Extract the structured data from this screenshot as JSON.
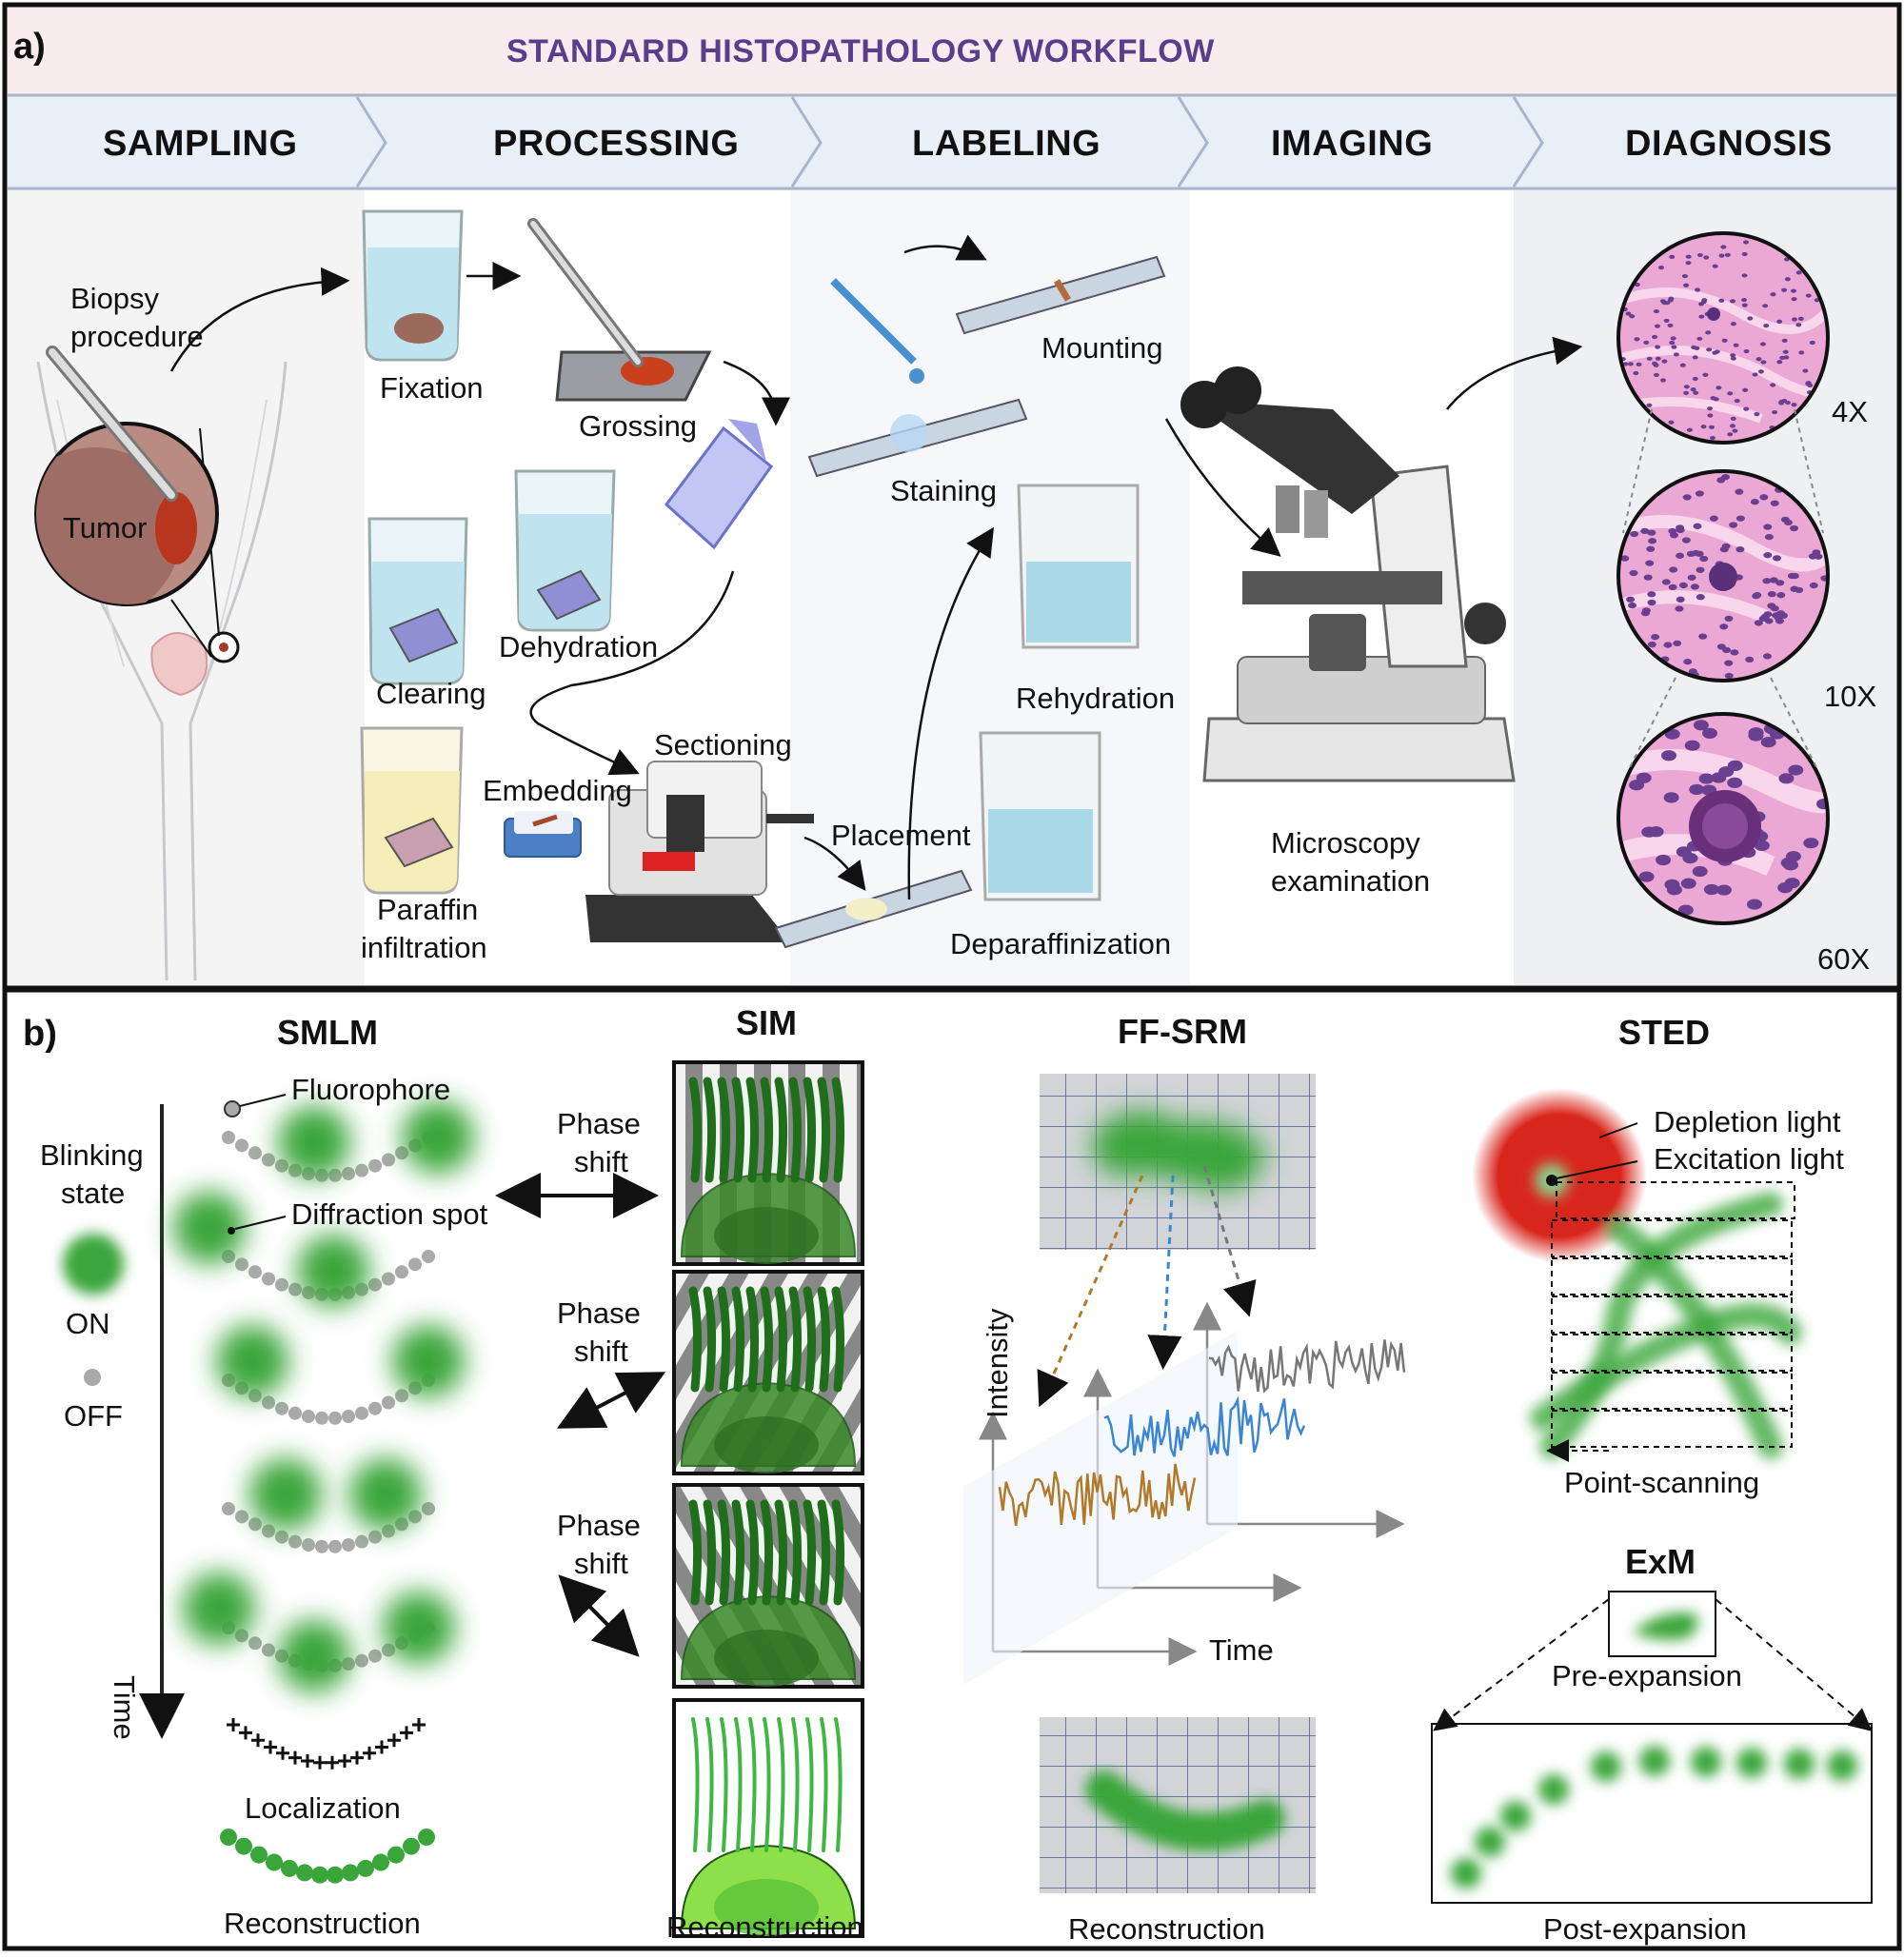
{
  "panel_a": {
    "tag": "a)",
    "title": "STANDARD HISTOPATHOLOGY WORKFLOW",
    "stages": [
      "SAMPLING",
      "PROCESSING",
      "LABELING",
      "IMAGING",
      "DIAGNOSIS"
    ],
    "labels": {
      "biopsy_line1": "Biopsy",
      "biopsy_line2": "procedure",
      "tumor": "Tumor",
      "fixation": "Fixation",
      "grossing": "Grossing",
      "clearing": "Clearing",
      "dehydration": "Dehydration",
      "paraffin_line1": "Paraffin",
      "paraffin_line2": "infiltration",
      "embedding": "Embedding",
      "sectioning": "Sectioning",
      "placement": "Placement",
      "staining": "Staining",
      "mounting": "Mounting",
      "rehydration": "Rehydration",
      "deparaffinization": "Deparaffinization",
      "microscopy_line1": "Microscopy",
      "microscopy_line2": "examination",
      "mag_4x": "4X",
      "mag_10x": "10X",
      "mag_60x": "60X"
    }
  },
  "panel_b": {
    "tag": "b)",
    "smlm": {
      "title": "SMLM",
      "fluorophore": "Fluorophore",
      "blinking_line1": "Blinking",
      "blinking_line2": "state",
      "diffraction_spot": "Diffraction spot",
      "on": "ON",
      "off": "OFF",
      "time": "Time",
      "localization": "Localization",
      "reconstruction": "Reconstruction"
    },
    "sim": {
      "title": "SIM",
      "phase_line1": "Phase",
      "phase_line2": "shift",
      "reconstruction": "Reconstruction"
    },
    "ffsrm": {
      "title": "FF-SRM",
      "intensity": "Intensity",
      "time": "Time",
      "reconstruction": "Reconstruction"
    },
    "sted": {
      "title": "STED",
      "depletion": "Depletion light",
      "excitation": "Excitation light",
      "point_scanning": "Point-scanning"
    },
    "exm": {
      "title": "ExM",
      "pre": "Pre-expansion",
      "post": "Post-expansion"
    }
  },
  "colors": {
    "title_purple": "#5a3e8c",
    "header_bg": "#f9ecef",
    "stage_bg": "#e9eff7",
    "he_pink": "#e8a3cf",
    "nucleus_purple": "#6a3f8f",
    "fluor_green": "#3aa63a",
    "depletion_red": "#d9261c",
    "trace_orange": "#b07a2a",
    "trace_blue": "#3a86d4",
    "trace_gray": "#777777"
  }
}
